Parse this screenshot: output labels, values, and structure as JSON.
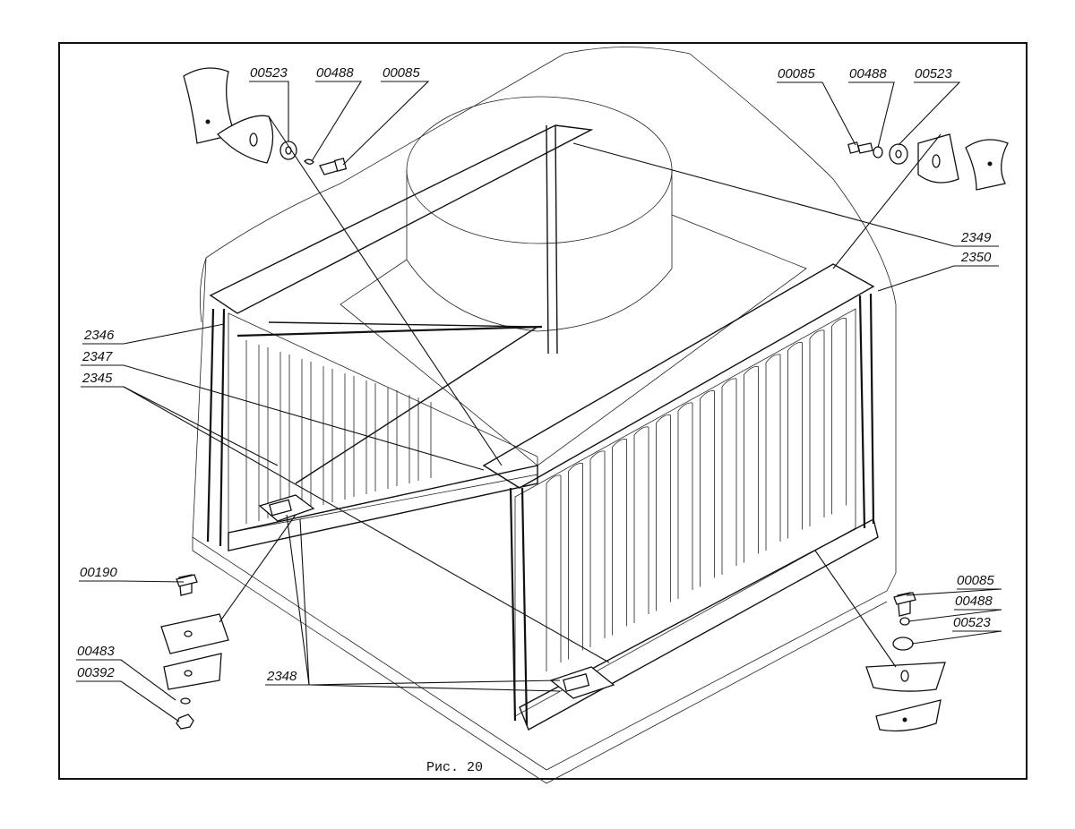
{
  "figure": {
    "caption": "Рис. 20",
    "callouts": [
      {
        "id": "tl-00523",
        "label": "00523"
      },
      {
        "id": "tl-00488",
        "label": "00488"
      },
      {
        "id": "tl-00085",
        "label": "00085"
      },
      {
        "id": "tr-00085",
        "label": "00085"
      },
      {
        "id": "tr-00488",
        "label": "00488"
      },
      {
        "id": "tr-00523",
        "label": "00523"
      },
      {
        "id": "r-2349",
        "label": "2349"
      },
      {
        "id": "r-2350",
        "label": "2350"
      },
      {
        "id": "l-2346",
        "label": "2346"
      },
      {
        "id": "l-2347",
        "label": "2347"
      },
      {
        "id": "l-2345",
        "label": "2345"
      },
      {
        "id": "bl-00190",
        "label": "00190"
      },
      {
        "id": "bl-00483",
        "label": "00483"
      },
      {
        "id": "bl-00392",
        "label": "00392"
      },
      {
        "id": "b-2348",
        "label": "2348"
      },
      {
        "id": "br-00085",
        "label": "00085"
      },
      {
        "id": "br-00488",
        "label": "00488"
      },
      {
        "id": "br-00523",
        "label": "00523"
      }
    ]
  }
}
